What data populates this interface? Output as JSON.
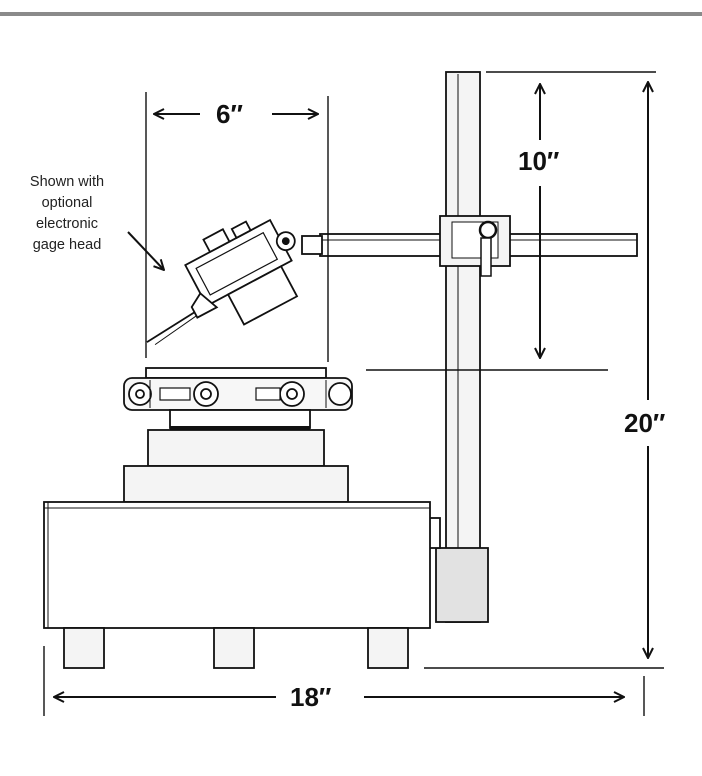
{
  "dimensions": {
    "width_label": "6″",
    "column_label": "10″",
    "height_label": "20″",
    "base_label": "18″"
  },
  "annotation": {
    "lines": [
      "Shown with",
      "optional",
      "electronic",
      "gage head"
    ]
  },
  "colors": {
    "line": "#111111",
    "fill_light": "#f2f2f2",
    "fill_mid": "#d9d9d9",
    "top_rule": "#8a8a8a"
  }
}
